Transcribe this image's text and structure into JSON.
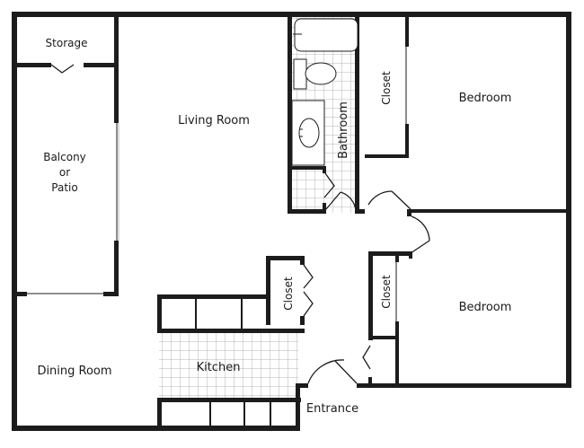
{
  "floor_plan": {
    "rooms": {
      "storage": "Storage",
      "balcony_line1": "Balcony",
      "balcony_line2": "or",
      "balcony_line3": "Patio",
      "living_room": "Living Room",
      "bathroom": "Bathroom",
      "closet_top": "Closet",
      "bedroom_top": "Bedroom",
      "closet_middle": "Closet",
      "closet_right": "Closet",
      "bedroom_bottom": "Bedroom",
      "dining_room": "Dining Room",
      "kitchen": "Kitchen",
      "entrance": "Entrance"
    },
    "colors": {
      "wall": "#1c1c1c",
      "tile": "#b5b5b5",
      "background": "#ffffff"
    }
  }
}
